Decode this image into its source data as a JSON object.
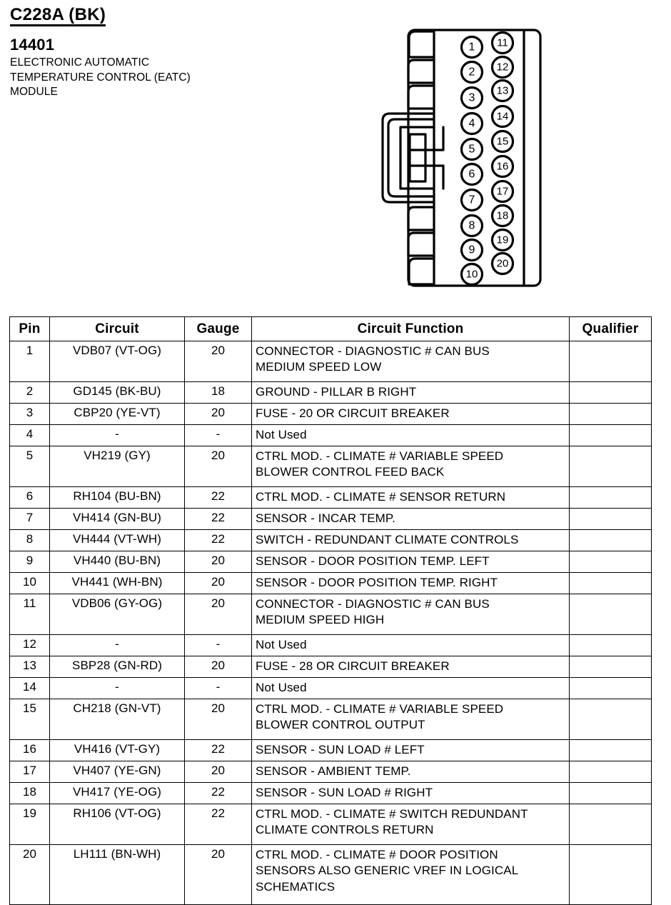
{
  "header": {
    "connector_code": "C228A (BK)",
    "part_number": "14401",
    "description_lines": [
      "ELECTRONIC AUTOMATIC",
      "TEMPERATURE CONTROL (EATC)",
      "MODULE"
    ]
  },
  "connector": {
    "name": "connector-pinout-diagram",
    "left_column_pins": [
      "1",
      "2",
      "3",
      "4",
      "5",
      "6",
      "7",
      "8",
      "9",
      "10"
    ],
    "right_column_pins": [
      "11",
      "12",
      "13",
      "14",
      "15",
      "16",
      "17",
      "18",
      "19",
      "20"
    ]
  },
  "table": {
    "headers": [
      "Pin",
      "Circuit",
      "Gauge",
      "Circuit Function",
      "Qualifier"
    ],
    "rows": [
      {
        "pin": "1",
        "circuit": "VDB07 (VT-OG)",
        "gauge": "20",
        "function": [
          "CONNECTOR - DIAGNOSTIC # CAN BUS",
          "MEDIUM SPEED LOW"
        ],
        "qualifier": "",
        "lines": 2
      },
      {
        "pin": "2",
        "circuit": "GD145 (BK-BU)",
        "gauge": "18",
        "function": [
          "GROUND - PILLAR B RIGHT"
        ],
        "qualifier": "",
        "lines": 1
      },
      {
        "pin": "3",
        "circuit": "CBP20 (YE-VT)",
        "gauge": "20",
        "function": [
          "FUSE - 20 OR CIRCUIT BREAKER"
        ],
        "qualifier": "",
        "lines": 1
      },
      {
        "pin": "4",
        "circuit": "-",
        "gauge": "-",
        "function": [
          "Not Used"
        ],
        "qualifier": "",
        "lines": 1,
        "not_used": true
      },
      {
        "pin": "5",
        "circuit": "VH219 (GY)",
        "gauge": "20",
        "function": [
          "CTRL MOD. - CLIMATE # VARIABLE SPEED",
          "BLOWER CONTROL FEED BACK"
        ],
        "qualifier": "",
        "lines": 2
      },
      {
        "pin": "6",
        "circuit": "RH104 (BU-BN)",
        "gauge": "22",
        "function": [
          "CTRL MOD. - CLIMATE # SENSOR RETURN"
        ],
        "qualifier": "",
        "lines": 1
      },
      {
        "pin": "7",
        "circuit": "VH414 (GN-BU)",
        "gauge": "22",
        "function": [
          "SENSOR - INCAR TEMP."
        ],
        "qualifier": "",
        "lines": 1
      },
      {
        "pin": "8",
        "circuit": "VH444 (VT-WH)",
        "gauge": "22",
        "function": [
          "SWITCH - REDUNDANT CLIMATE CONTROLS"
        ],
        "qualifier": "",
        "lines": 1
      },
      {
        "pin": "9",
        "circuit": "VH440 (BU-BN)",
        "gauge": "20",
        "function": [
          "SENSOR - DOOR POSITION TEMP. LEFT"
        ],
        "qualifier": "",
        "lines": 1
      },
      {
        "pin": "10",
        "circuit": "VH441 (WH-BN)",
        "gauge": "20",
        "function": [
          "SENSOR - DOOR POSITION TEMP. RIGHT"
        ],
        "qualifier": "",
        "lines": 1
      },
      {
        "pin": "11",
        "circuit": "VDB06 (GY-OG)",
        "gauge": "20",
        "function": [
          "CONNECTOR - DIAGNOSTIC # CAN BUS",
          "MEDIUM SPEED HIGH"
        ],
        "qualifier": "",
        "lines": 2
      },
      {
        "pin": "12",
        "circuit": "-",
        "gauge": "-",
        "function": [
          "Not Used"
        ],
        "qualifier": "",
        "lines": 1,
        "not_used": true
      },
      {
        "pin": "13",
        "circuit": "SBP28 (GN-RD)",
        "gauge": "20",
        "function": [
          "FUSE - 28 OR CIRCUIT BREAKER"
        ],
        "qualifier": "",
        "lines": 1
      },
      {
        "pin": "14",
        "circuit": "-",
        "gauge": "-",
        "function": [
          "Not Used"
        ],
        "qualifier": "",
        "lines": 1,
        "not_used": true
      },
      {
        "pin": "15",
        "circuit": "CH218 (GN-VT)",
        "gauge": "20",
        "function": [
          "CTRL MOD. - CLIMATE # VARIABLE SPEED",
          "BLOWER CONTROL OUTPUT"
        ],
        "qualifier": "",
        "lines": 2
      },
      {
        "pin": "16",
        "circuit": "VH416 (VT-GY)",
        "gauge": "22",
        "function": [
          "SENSOR - SUN LOAD # LEFT"
        ],
        "qualifier": "",
        "lines": 1
      },
      {
        "pin": "17",
        "circuit": "VH407 (YE-GN)",
        "gauge": "20",
        "function": [
          "SENSOR - AMBIENT TEMP."
        ],
        "qualifier": "",
        "lines": 1
      },
      {
        "pin": "18",
        "circuit": "VH417 (YE-OG)",
        "gauge": "22",
        "function": [
          "SENSOR - SUN LOAD # RIGHT"
        ],
        "qualifier": "",
        "lines": 1
      },
      {
        "pin": "19",
        "circuit": "RH106 (VT-OG)",
        "gauge": "22",
        "function": [
          "CTRL MOD. - CLIMATE # SWITCH REDUNDANT",
          "CLIMATE CONTROLS RETURN"
        ],
        "qualifier": "",
        "lines": 2
      },
      {
        "pin": "20",
        "circuit": "LH111 (BN-WH)",
        "gauge": "20",
        "function": [
          "CTRL MOD. - CLIMATE # DOOR POSITION",
          "SENSORS ALSO GENERIC VREF IN LOGICAL",
          "SCHEMATICS"
        ],
        "qualifier": "",
        "lines": 3
      }
    ]
  }
}
